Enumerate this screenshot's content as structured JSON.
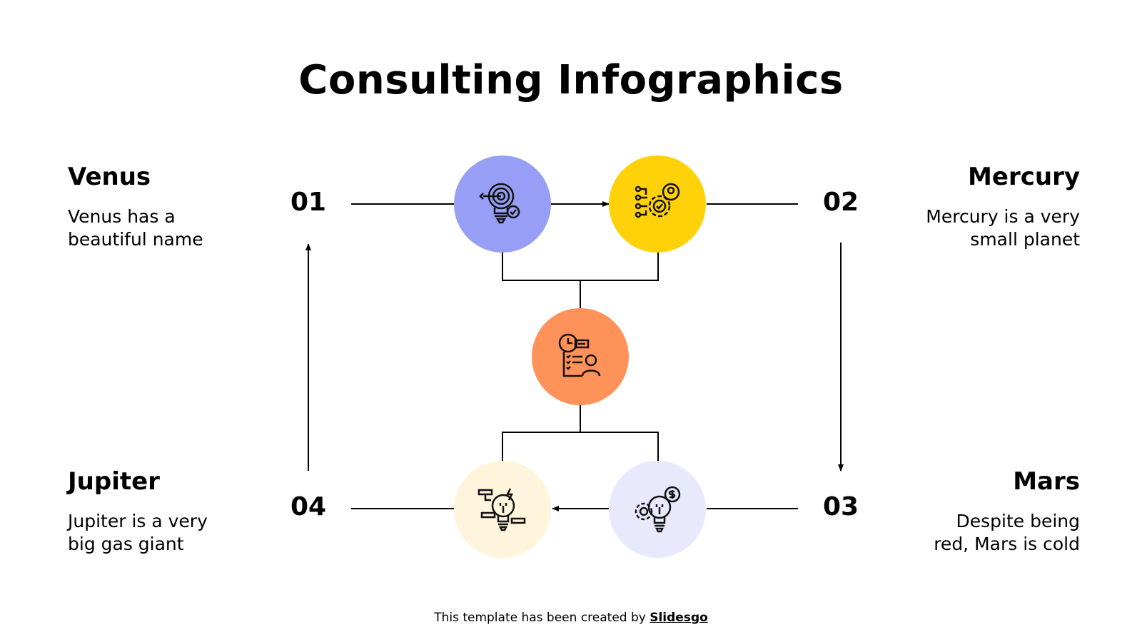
{
  "title": "Consulting Infographics",
  "steps": [
    {
      "number": "01",
      "heading": "Venus",
      "text_line1": "Venus has a",
      "text_line2": "beautiful name",
      "circle_color": "#979EF5",
      "icon": "lightbulb-target-icon"
    },
    {
      "number": "02",
      "heading": "Mercury",
      "text_line1": "Mercury is a very",
      "text_line2": "small planet",
      "circle_color": "#FFD108",
      "icon": "gear-network-person-icon"
    },
    {
      "number": "03",
      "heading": "Mars",
      "text_line1": "Despite being",
      "text_line2": "red, Mars is cold",
      "circle_color": "#E9E9FD",
      "icon": "lightbulb-gear-dollar-icon"
    },
    {
      "number": "04",
      "heading": "Jupiter",
      "text_line1": "Jupiter is a very",
      "text_line2": "big gas giant",
      "circle_color": "#FFF4DC",
      "icon": "lightbulb-bolt-blocks-icon"
    }
  ],
  "center": {
    "circle_color": "#FF9259",
    "icon": "consultant-checklist-clock-icon"
  },
  "footer": {
    "prefix": "This template has been created by ",
    "link": "Slidesgo"
  }
}
